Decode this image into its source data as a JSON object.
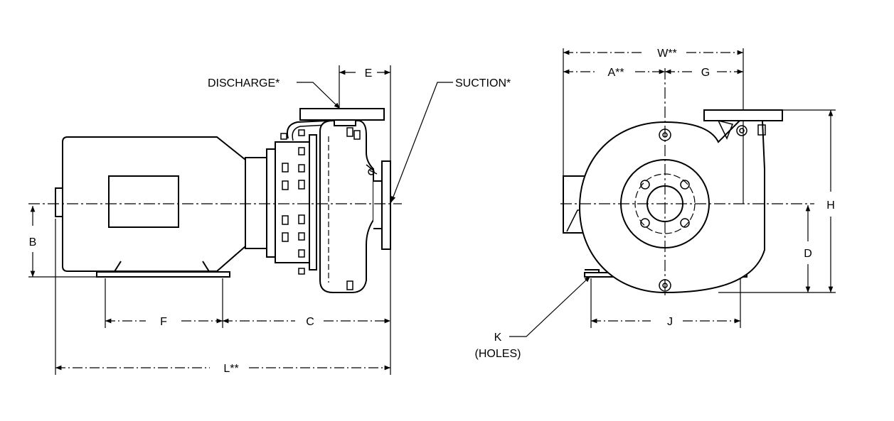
{
  "labels": {
    "discharge": "DISCHARGE*",
    "suction": "SUCTION*",
    "e": "E",
    "b": "B",
    "f": "F",
    "c": "C",
    "l": "L**",
    "w": "W**",
    "a": "A**",
    "g": "G",
    "h": "H",
    "d": "D",
    "j": "J",
    "k": "K",
    "holes": "(HOLES)"
  }
}
